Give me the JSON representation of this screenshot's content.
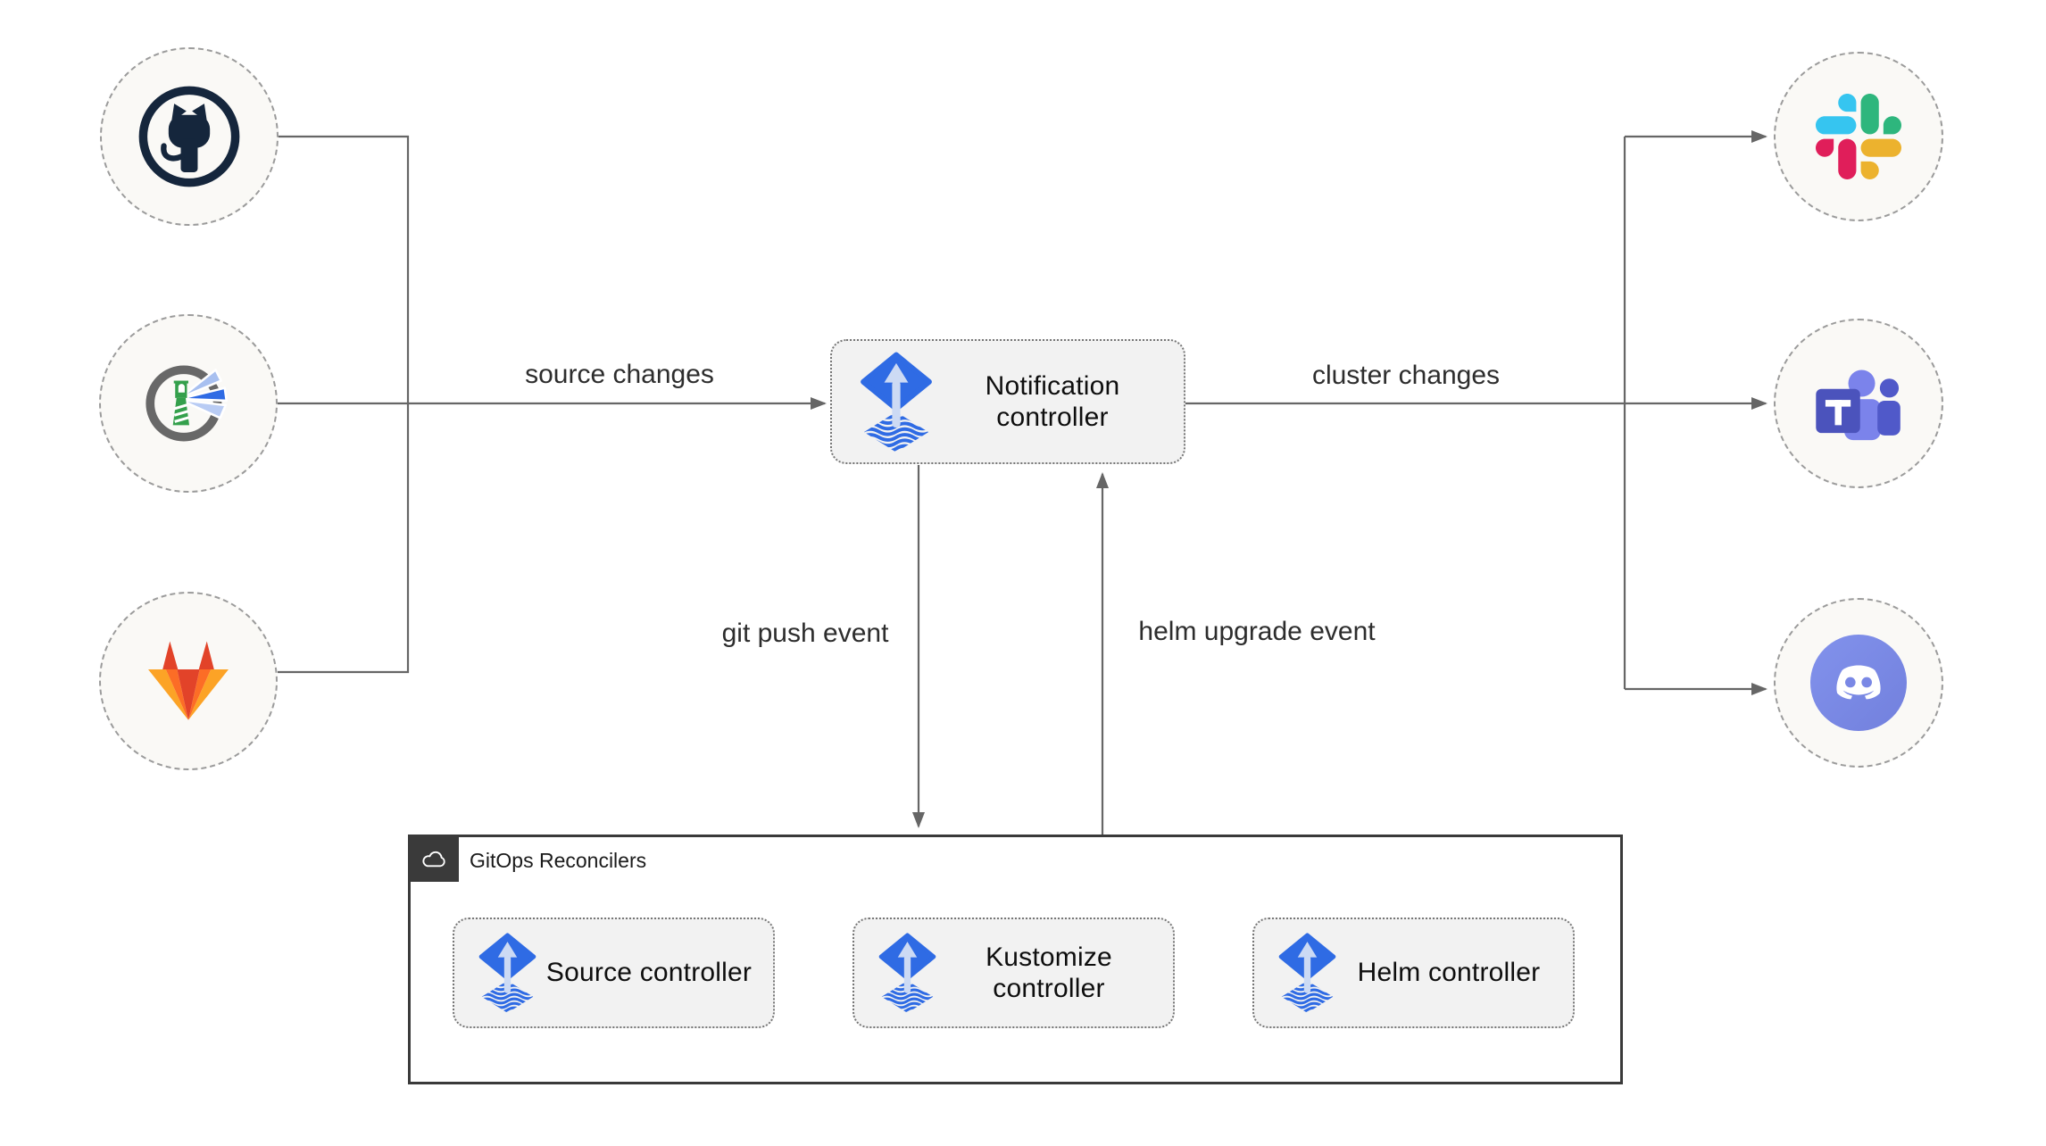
{
  "group": {
    "title": "GitOps Reconcilers"
  },
  "nodes": {
    "notification": "Notification controller"
  },
  "reconcilers": [
    {
      "label": "Source controller"
    },
    {
      "label": "Kustomize controller"
    },
    {
      "label": "Helm controller"
    }
  ],
  "edges": {
    "source_changes": "source changes",
    "cluster_changes": "cluster changes",
    "git_push": "git push event",
    "helm_upgrade": "helm upgrade event"
  },
  "icons": {
    "sources": [
      "github",
      "harbor",
      "gitlab"
    ],
    "alert_targets": [
      "slack",
      "microsoft-teams",
      "discord"
    ],
    "controller_icon": "flux",
    "group_header_icon": "cloud"
  },
  "colors": {
    "flux_blue": "#2f6be4",
    "flux_arrow_light": "#ccdaf4",
    "wire_gray": "#666666",
    "box_fill": "#f2f2f2",
    "group_border": "#3a3a3a",
    "github_dark": "#15263c",
    "harbor_green": "#34a04c",
    "gitlab_red": "#e24329",
    "gitlab_orange": "#fc6d26",
    "gitlab_yellow": "#fca326",
    "slack_blue": "#36c5f0",
    "slack_green": "#2eb67d",
    "slack_yellow": "#ecb22e",
    "slack_pink": "#e01e5a",
    "teams_indigo": "#4b53bc",
    "teams_light": "#7b83eb",
    "teams_mid": "#5059c9",
    "discord_blurple": "#7a89e8"
  }
}
